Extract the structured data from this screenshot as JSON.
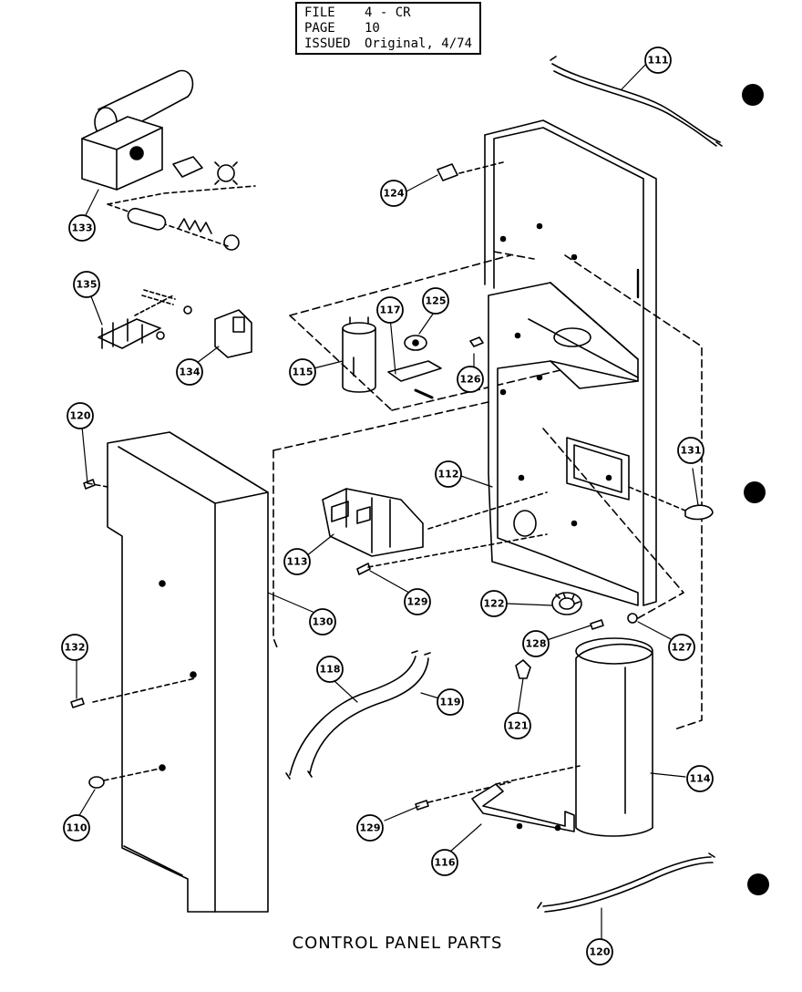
{
  "title_block": {
    "file_label": "FILE",
    "file_value": "4 - CR",
    "page_label": "PAGE",
    "page_value": "10",
    "issued_label": "ISSUED",
    "issued_value": "Original, 4/74"
  },
  "caption": "CONTROL PANEL PARTS",
  "callouts": [
    "111",
    "133",
    "124",
    "135",
    "117",
    "125",
    "134",
    "115",
    "126",
    "120",
    "131",
    "112",
    "113",
    "129",
    "130",
    "122",
    "128",
    "127",
    "132",
    "118",
    "119",
    "121",
    "110",
    "114",
    "116"
  ],
  "colors": {
    "ink": "#000000",
    "paper": "#ffffff"
  }
}
